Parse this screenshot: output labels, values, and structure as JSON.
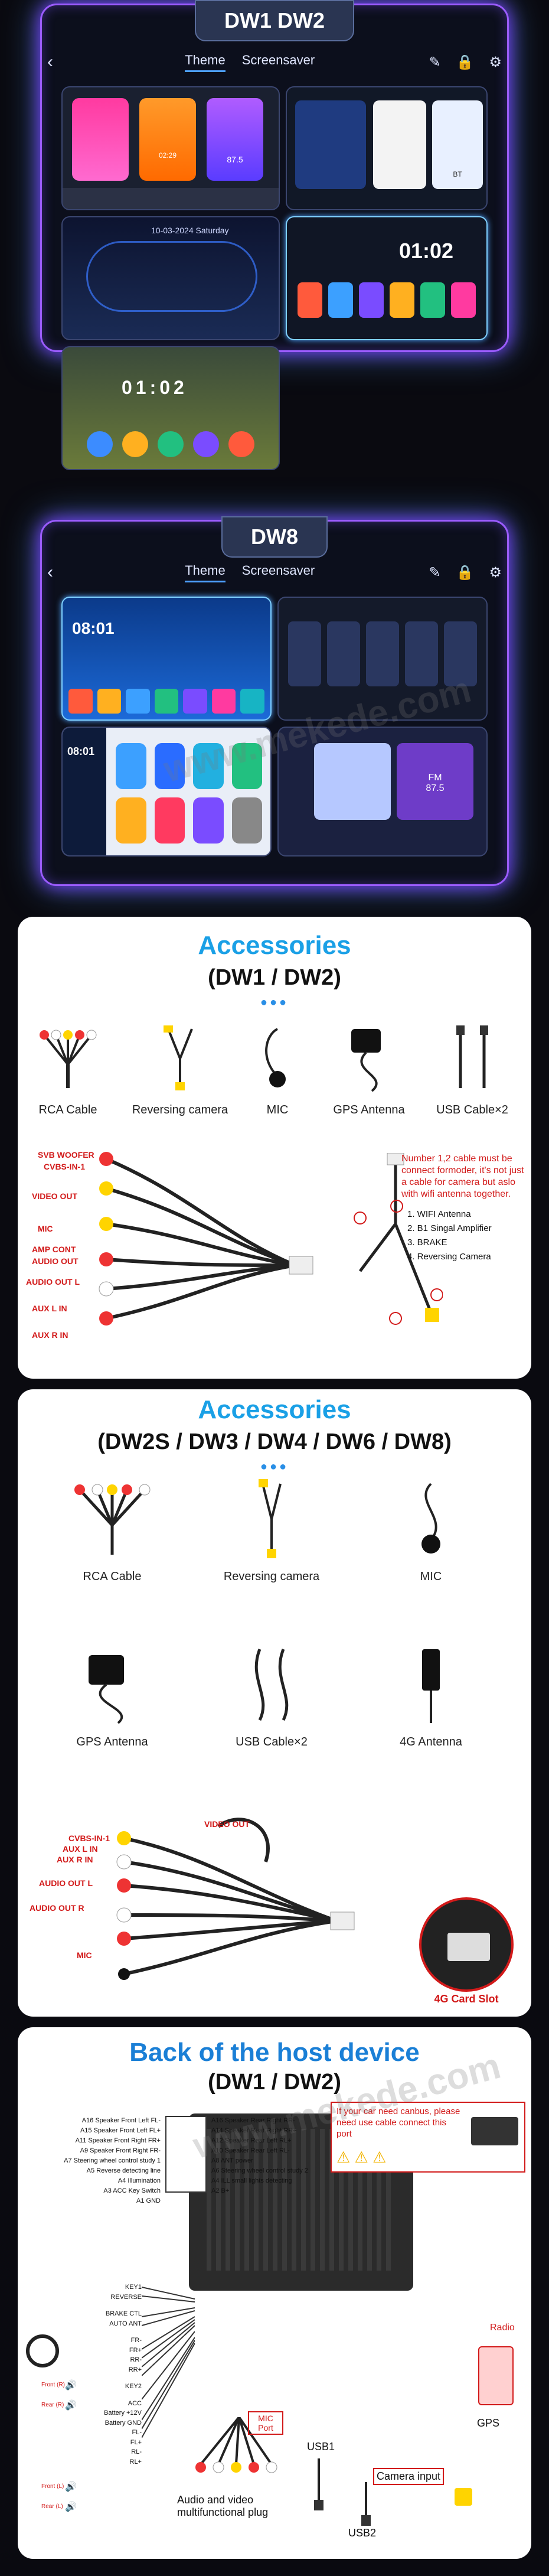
{
  "panel1": {
    "title": "DW1 DW2",
    "tabs": [
      "Theme",
      "Screensaver"
    ],
    "active_tab": "Theme",
    "clock_a": "01:02",
    "clock_b": "01:02",
    "speed": "87.5",
    "bt": "BT",
    "time_small": "02:29",
    "date_small": "10-03-2024 Saturday"
  },
  "panel2": {
    "title": "DW8",
    "tabs": [
      "Theme",
      "Screensaver"
    ],
    "active_tab": "Theme",
    "clock": "08:01",
    "speed": "87.5",
    "fm": "FM",
    "time_small": "08:01"
  },
  "watermark": "www.mekede.com",
  "accessories1": {
    "title": "Accessories",
    "subtitle": "(DW1 / DW2)",
    "items": [
      "RCA Cable",
      "Reversing camera",
      "MIC",
      "GPS Antenna",
      "USB Cable×2"
    ],
    "callouts": [
      "SVB WOOFER",
      "CVBS-IN-1",
      "VIDEO OUT",
      "MIC",
      "AMP CONT",
      "AUDIO OUT",
      "AUDIO OUT L",
      "AUX L IN",
      "AUX R IN"
    ],
    "note": "Number 1,2 cable must be connect formoder, it's not just a cable for camera but aslo with wifi antenna together.",
    "list": [
      "1. WIFI Antenna",
      "2. B1 Singal Amplifier",
      "3. BRAKE",
      "4. Reversing Camera"
    ]
  },
  "accessories2": {
    "title": "Accessories",
    "subtitle": "(DW2S / DW3 / DW4 / DW6 / DW8)",
    "items": [
      "RCA Cable",
      "Reversing camera",
      "MIC",
      "GPS Antenna",
      "USB Cable×2",
      "4G Antenna"
    ],
    "callouts": [
      "CVBS-IN-1",
      "AUX L IN",
      "AUX R IN",
      "VIDEO OUT",
      "AUDIO OUT L",
      "AUDIO OUT R",
      "MIC"
    ],
    "card_label": "4G Card Slot"
  },
  "back": {
    "title": "Back of the host device",
    "subtitle": "(DW1 / DW2)",
    "pins_left": [
      "A16 Speaker Front Left FL-",
      "A15 Speaker Front Left FL+",
      "A11 Speaker Front Right FR+",
      "A9 Speaker Front Right FR-",
      "A7 Steering wheel control study 1",
      "A5 Reverse detecting line",
      "A4 Illumination",
      "A3 ACC Key Switch",
      "A1 GND"
    ],
    "pins_right": [
      "A16 Speaker Rear Right RR-",
      "A14 Speaker Rear Right RR+",
      "A12 Speaker Rear Left RL+",
      "A10 Speaker Rear Left RL-",
      "A8 ANT power",
      "A6 Steering wheel control study 2",
      "A4 ILL small lights detecting",
      "A2 B+"
    ],
    "left_wires": [
      "KEY1",
      "REVERSE",
      "BRAKE CTL",
      "AUTO ANT",
      "FR-",
      "FR+",
      "RR-",
      "RR+",
      "KEY2",
      "ACC",
      "Battery +12V",
      "Battery GND",
      "FL-",
      "FL+",
      "RL-",
      "RL+"
    ],
    "wire_groups": [
      "Front (R)",
      "Rear (R)",
      "Front (L)",
      "Rear (L)"
    ],
    "canbus_note": "If your car need canbus, please need use cable connect this port",
    "labels": [
      "MIC Port",
      "USB1",
      "USB2",
      "Radio",
      "GPS",
      "Camera input",
      "Audio and video multifunctional plug"
    ]
  }
}
